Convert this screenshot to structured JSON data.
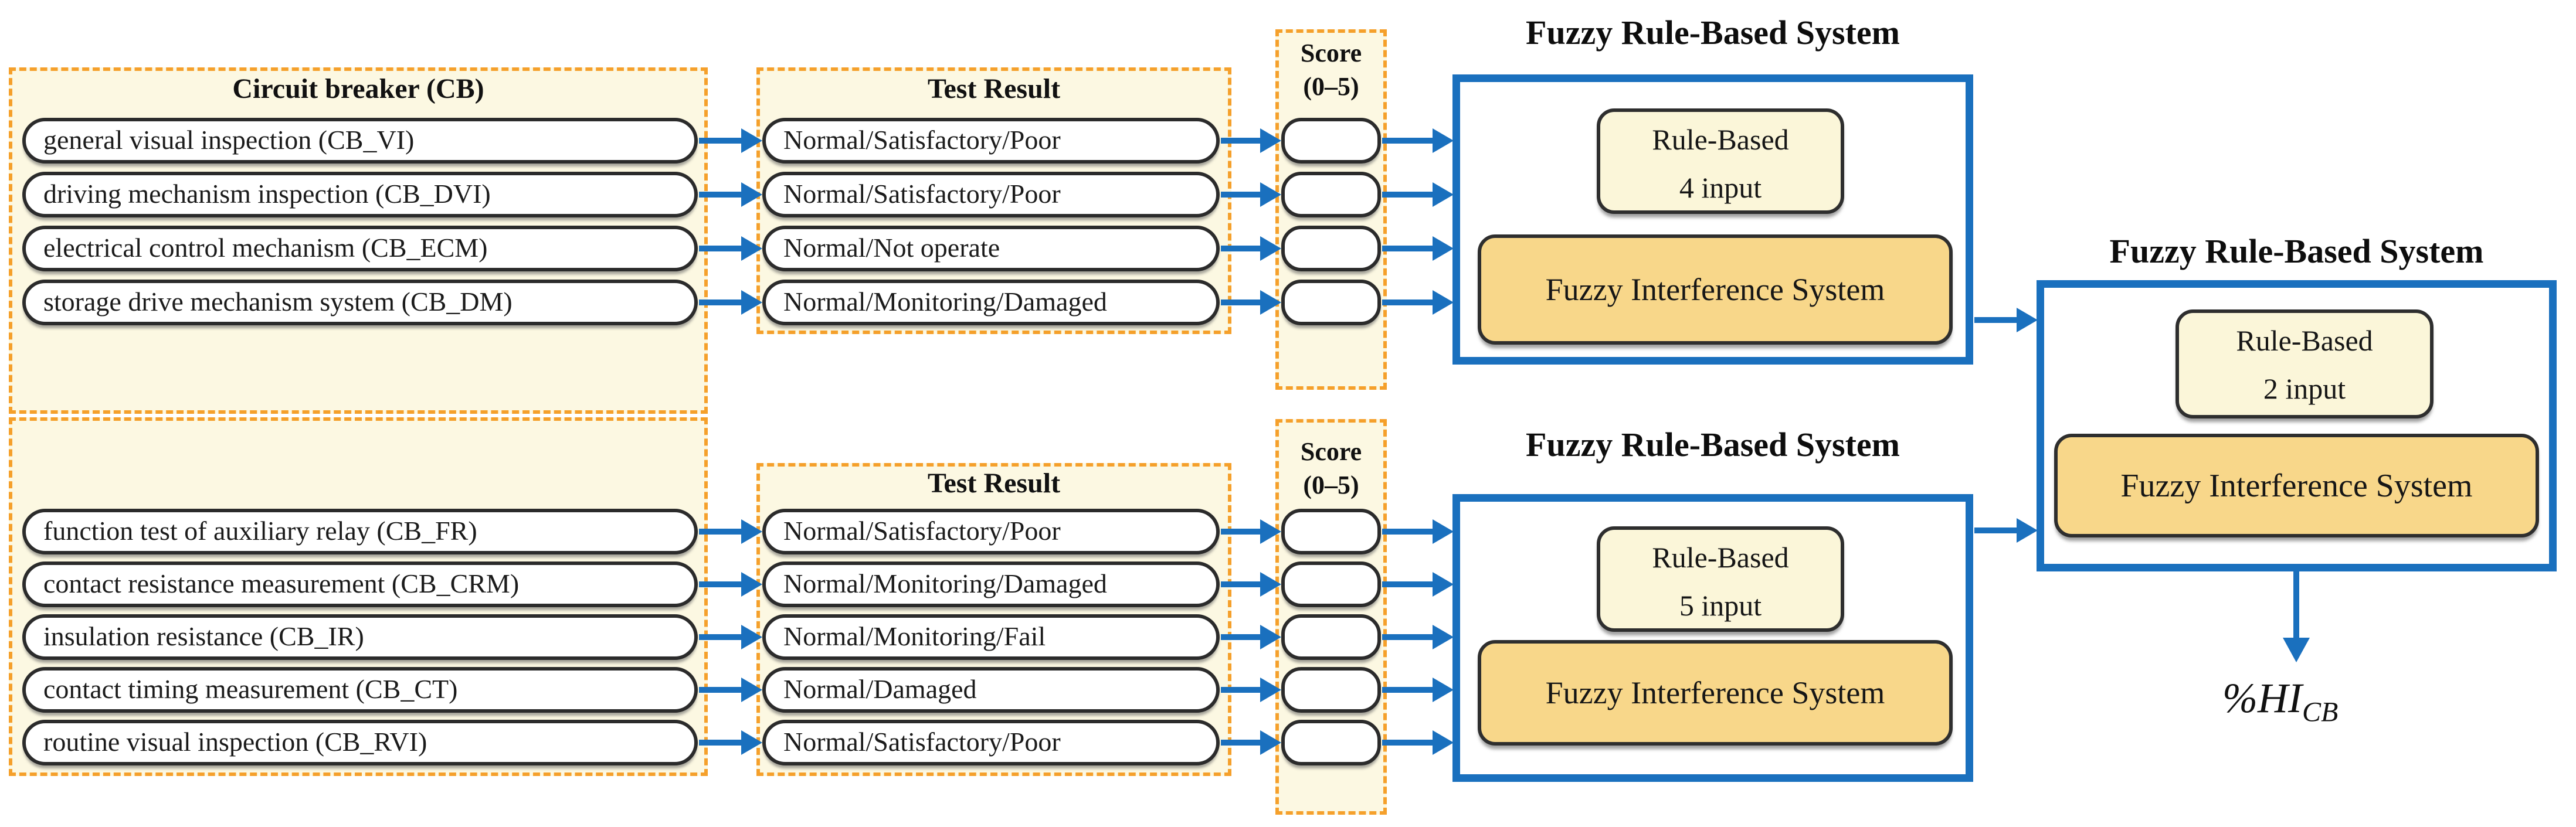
{
  "top": {
    "cb_header": "Circuit breaker (CB)",
    "test_result_header": "Test Result",
    "score_label": "Score",
    "score_range": "(0–5)",
    "items": [
      {
        "name": "general visual inspection (CB_VI)",
        "result": "Normal/Satisfactory/Poor"
      },
      {
        "name": "driving mechanism inspection (CB_DVI)",
        "result": "Normal/Satisfactory/Poor"
      },
      {
        "name": "electrical control mechanism (CB_ECM)",
        "result": "Normal/Not operate"
      },
      {
        "name": "storage drive mechanism system (CB_DM)",
        "result": "Normal/Monitoring/Damaged"
      }
    ],
    "frbs_title": "Fuzzy Rule-Based System",
    "rule_based_line1": "Rule-Based",
    "rule_based_line2": "4 input",
    "fis_label": "Fuzzy Interference System"
  },
  "bottom": {
    "test_result_header": "Test Result",
    "score_label": "Score",
    "score_range": "(0–5)",
    "items": [
      {
        "name": "function test of auxiliary relay (CB_FR)",
        "result": "Normal/Satisfactory/Poor"
      },
      {
        "name": "contact resistance measurement (CB_CRM)",
        "result": "Normal/Monitoring/Damaged"
      },
      {
        "name": "insulation resistance (CB_IR)",
        "result": "Normal/Monitoring/Fail"
      },
      {
        "name": "contact timing measurement (CB_CT)",
        "result": "Normal/Damaged"
      },
      {
        "name": "routine visual inspection (CB_RVI)",
        "result": "Normal/Satisfactory/Poor"
      }
    ],
    "frbs_title": "Fuzzy Rule-Based System",
    "rule_based_line1": "Rule-Based",
    "rule_based_line2": "5 input",
    "fis_label": "Fuzzy Interference System"
  },
  "final": {
    "frbs_title": "Fuzzy Rule-Based System",
    "rule_based_line1": "Rule-Based",
    "rule_based_line2": "2 input",
    "fis_label": "Fuzzy Interference System",
    "output_main": "%HI",
    "output_sub": "CB"
  },
  "colors": {
    "panel_cream": "#FCF8E2",
    "dashed_orange": "#F5A02B",
    "accent_blue": "#1A70BE",
    "fis_gold": "#F8D78A",
    "inner_cream": "#FBF6D9"
  }
}
